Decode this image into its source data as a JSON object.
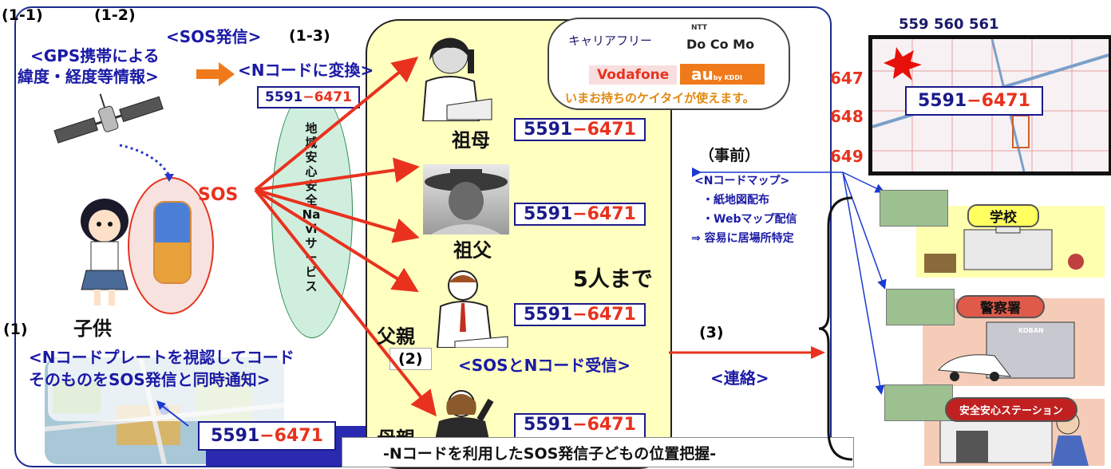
{
  "labels": {
    "step_1_1": "(1-1)",
    "step_1_2": "(1-2)",
    "step_1_3": "(1-3)",
    "step_1": "(1)",
    "step_2": "(2)",
    "step_3": "(3)",
    "jizen": "（事前）",
    "sos_send": "<SOS発信>",
    "gps_line1": "<GPS携帯による",
    "gps_line2": "緯度・経度等情報>",
    "ncode_convert": "<Nコードに変換>",
    "sos": "SOS",
    "child": "子供",
    "grandmother": "祖母",
    "grandfather": "祖父",
    "father": "父親",
    "mother": "母親",
    "five_people": "5人まで",
    "plate_line1": "<Nコードプレートを視認してコード",
    "plate_line2": "そのものをSOS発信と同時通知>",
    "sos_receive": "<SOSとNコード受信>",
    "contact": "<連絡>",
    "service_vertical": "地域安心安全Naviサービス",
    "carrier_free": "キャリアフリー",
    "carrier_note": "いまお持ちのケイタイが使えます。",
    "map_note_1": "<Nコードマップ>",
    "map_note_2": "・紙地図配布",
    "map_note_3": "・Webマップ配信",
    "map_note_4": "⇒ 容易に居場所特定",
    "school": "学校",
    "police": "警察署",
    "station": "安全安心ステーション",
    "bottom_caption": "-Nコードを利用したSOS発信子どもの位置把握-",
    "koban": "KOBAN"
  },
  "carriers": {
    "ntt": "NTT",
    "docomo": "Do Co Mo",
    "vodafone": "Vodafone",
    "au": "au",
    "kddi": "by KDDI"
  },
  "code": {
    "part1": "5591",
    "dash": "−",
    "part2": "6471"
  },
  "map": {
    "cols": [
      "559",
      "560",
      "561"
    ],
    "rows": [
      "647",
      "648",
      "649"
    ]
  },
  "colors": {
    "yellow_panel": "#ffffc0",
    "blue_text": "#1a1aa6",
    "red_accent": "#e8321e",
    "orange_arrow": "#f07a1a",
    "green_ellipse": "#cfeede"
  }
}
